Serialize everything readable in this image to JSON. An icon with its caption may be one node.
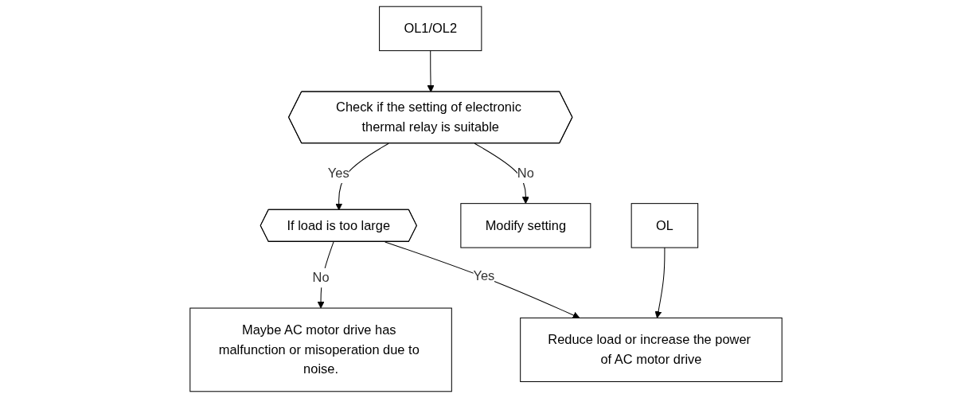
{
  "diagram": {
    "nodes": [
      {
        "text": [
          "OL"
        ]
      },
      {
        "text": [
          "OL1/OL2"
        ]
      },
      {
        "text": [
          "Check if the setting of electronic thermal relay is suitable"
        ]
      },
      {
        "text": [
          "Modify setting"
        ]
      },
      {
        "text": [
          "If load is too large"
        ]
      },
      {
        "text": [
          "Maybe AC motor drive has malfunction or misoperation due to noise."
        ]
      },
      {
        "text": [
          "Reduce load or increase the power of AC motor drive"
        ]
      }
    ],
    "edges": [
      {
        "from": 1,
        "to": 2,
        "arrow": "to"
      },
      {
        "from": 2,
        "to": 3,
        "arrow": "to",
        "label": "No"
      },
      {
        "from": 2,
        "to": 4,
        "arrow": "to",
        "label": "Yes"
      },
      {
        "from": 4,
        "to": 5,
        "arrow": "to",
        "label": "No"
      },
      {
        "from": 4,
        "to": 6,
        "arrow": "to",
        "label": "Yes"
      },
      {
        "from": 0,
        "to": 6,
        "arrow": "to"
      }
    ]
  }
}
